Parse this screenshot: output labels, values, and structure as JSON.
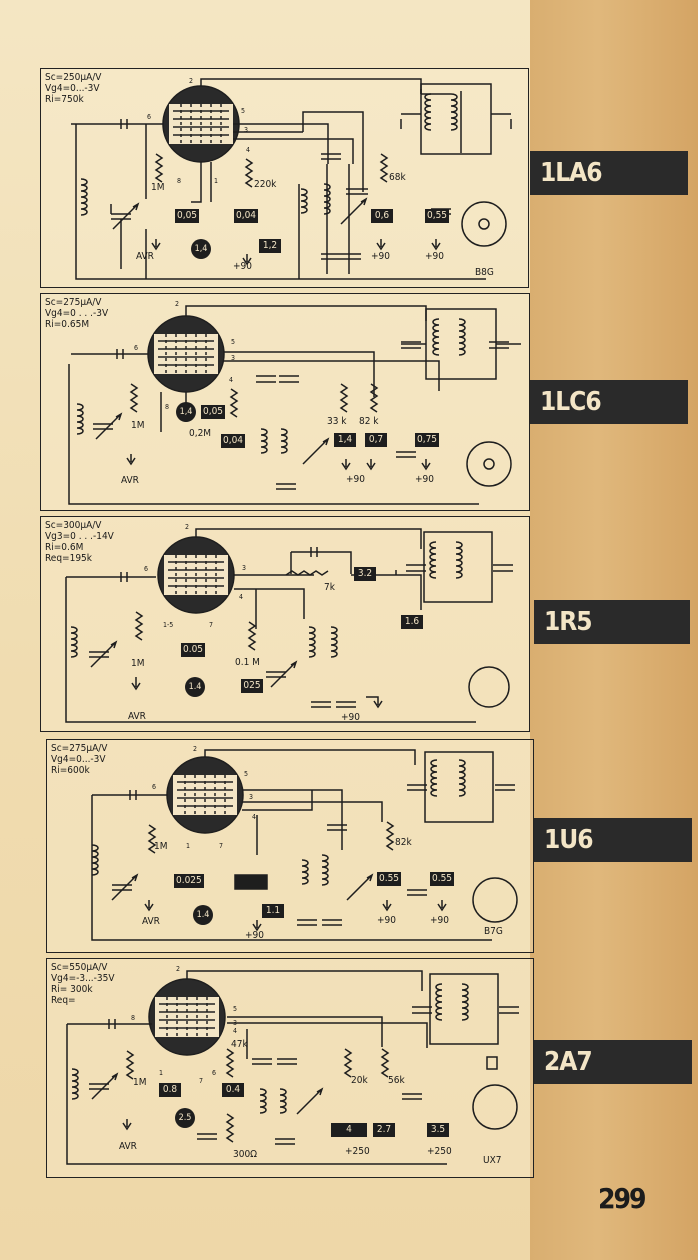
{
  "page_number": "299",
  "tubes": [
    {
      "name": "1LA6",
      "specs": "Sc=250μA/V\nVg4=0...-3V\nRi=750k",
      "boxes": [
        "0,05",
        "0,04",
        "1,2",
        "0,6",
        "0,55"
      ],
      "circle": "1,4",
      "resistors": [
        "1M",
        "220k",
        "68k"
      ],
      "supplies": [
        "+90",
        "+90",
        "+90"
      ],
      "pins": [
        "2",
        "6",
        "5",
        "3",
        "4",
        "8",
        "1"
      ],
      "avr": "AVR",
      "base": "B8G"
    },
    {
      "name": "1LC6",
      "specs": "Sc=275μA/V\nVg4=0 . . .-3V\nRi=0.65M",
      "boxes": [
        "0,05",
        "0,04",
        "1,4",
        "0,7",
        "0,75"
      ],
      "circle": "1,4",
      "resistors": [
        "1M",
        "0,2M",
        "33 k",
        "82 k"
      ],
      "supplies": [
        "+90",
        "+90"
      ],
      "pins": [
        "2",
        "6",
        "5",
        "3",
        "4",
        "8"
      ],
      "avr": "AVR",
      "base": ""
    },
    {
      "name": "1R5",
      "specs": "Sc=300μA/V\nVg3=0 . . .-14V\nRi=0.6M\nReq=195k",
      "boxes": [
        "0.05",
        "025",
        "3.2",
        "1.6"
      ],
      "circle": "1.4",
      "resistors": [
        "1M",
        "0.1 M",
        "7k"
      ],
      "supplies": [
        "+90"
      ],
      "pins": [
        "2",
        "6",
        "3",
        "4",
        "1-5",
        "7"
      ],
      "avr": "AVR",
      "base": ""
    },
    {
      "name": "1U6",
      "specs": "Sc=275μA/V\nVg4=0...-3V\nRi=600k",
      "boxes": [
        "0.025",
        "",
        "1.1",
        "0.55",
        "0.55"
      ],
      "circle": "1.4",
      "resistors": [
        "1M",
        "82k"
      ],
      "supplies": [
        "+90",
        "+90",
        "+90"
      ],
      "pins": [
        "2",
        "6",
        "5",
        "3",
        "4",
        "1",
        "7"
      ],
      "avr": "AVR",
      "base": "B7G"
    },
    {
      "name": "2A7",
      "specs": "Sc=550μA/V\nVg4=-3...-35V\nRi= 300k\nReq=",
      "boxes": [
        "0.8",
        "0.4",
        "4",
        "2.7",
        "3.5"
      ],
      "circle": "2.5",
      "resistors": [
        "1M",
        "47k",
        "300Ω",
        "20k",
        "56k"
      ],
      "supplies": [
        "+250",
        "+250"
      ],
      "pins": [
        "2",
        "8",
        "5",
        "3",
        "4",
        "1",
        "6",
        "7"
      ],
      "avr": "AVR",
      "base": "UX7"
    }
  ]
}
